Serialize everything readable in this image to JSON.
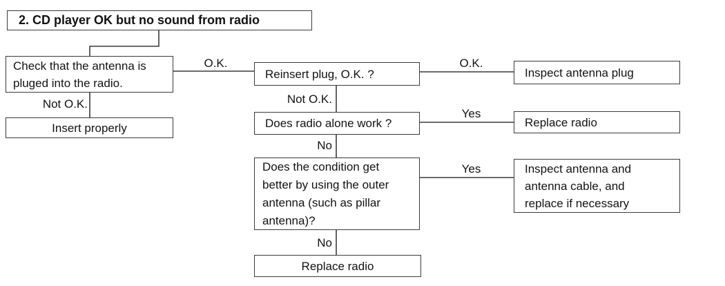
{
  "title": "2. CD player OK but no sound from radio",
  "boxes": {
    "check_antenna": "Check that the antenna is\npluged into the radio.",
    "insert_properly": "Insert properly",
    "reinsert_plug": "Reinsert plug, O.K. ?",
    "inspect_antenna_plug": "Inspect antenna plug",
    "does_radio_alone_work": "Does radio alone work ?",
    "replace_radio_1": "Replace radio",
    "condition_outer_antenna": "Does the condition get\nbetter by using the outer\nantenna (such as pillar\nantenna)?",
    "inspect_antenna_cable": "Inspect antenna and\nantenna cable, and\nreplace if necessary",
    "replace_radio_2": "Replace radio"
  },
  "labels": {
    "ok_1": "O.K.",
    "not_ok_1": "Not O.K.",
    "ok_2": "O.K.",
    "not_ok_2": "Not O.K.",
    "yes_1": "Yes",
    "no_1": "No",
    "yes_2": "Yes",
    "no_2": "No"
  },
  "colors": {
    "background": "#ffffff",
    "box_border": "#3a3a3a",
    "connector": "#3a3a3a",
    "text": "#121212"
  }
}
